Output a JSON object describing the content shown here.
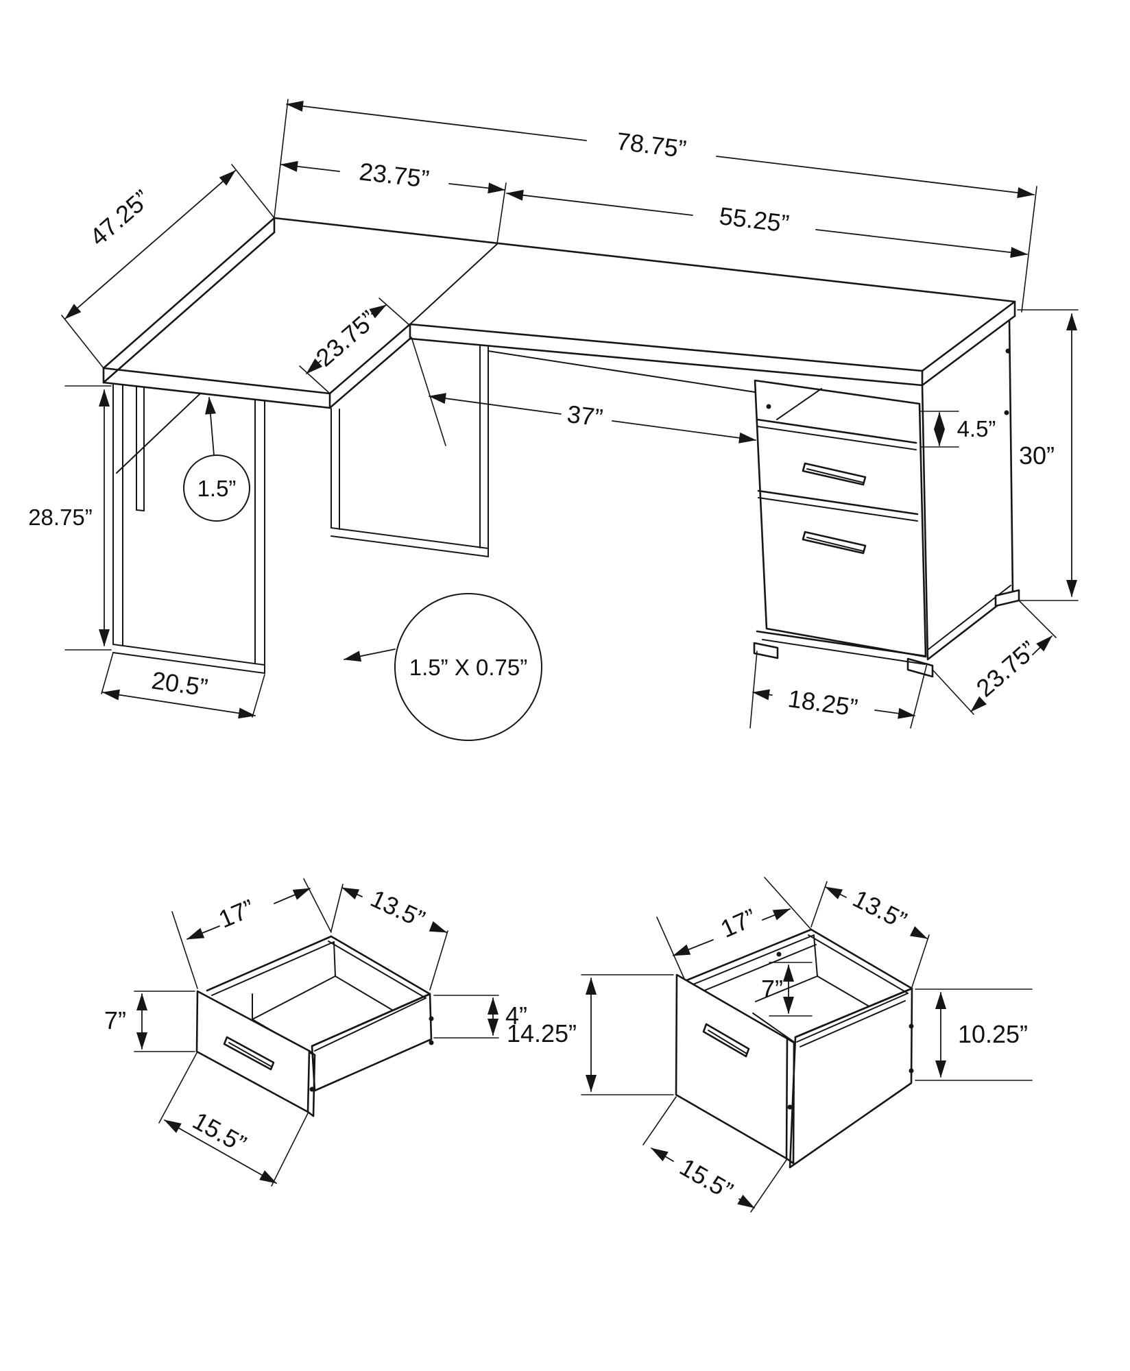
{
  "page": {
    "background": "#ffffff",
    "ink": "#161616",
    "type": "furniture-dimension-diagram"
  },
  "dims": {
    "desk": {
      "overall_width": "78.75”",
      "return_width": "23.75”",
      "main_width": "55.25”",
      "return_length": "47.25”",
      "return_depth": "23.75”",
      "knee_width": "37”",
      "shelf_height": "4.5”",
      "height_right": "30”",
      "top_thickness": "1.5”",
      "height_left": "28.75”",
      "leg_tube": "1.5” X 0.75”",
      "leg_width": "20.5”",
      "cabinet_width": "18.25”",
      "desk_depth": "23.75”"
    },
    "drawer_small": {
      "depth": "17”",
      "width": "13.5”",
      "front_height": "7”",
      "box_height": "4”",
      "front_width": "15.5”"
    },
    "drawer_file": {
      "depth": "17”",
      "width": "13.5”",
      "inner_height": "7”",
      "front_height": "14.25”",
      "box_height": "10.25”",
      "front_width": "15.5”"
    }
  }
}
